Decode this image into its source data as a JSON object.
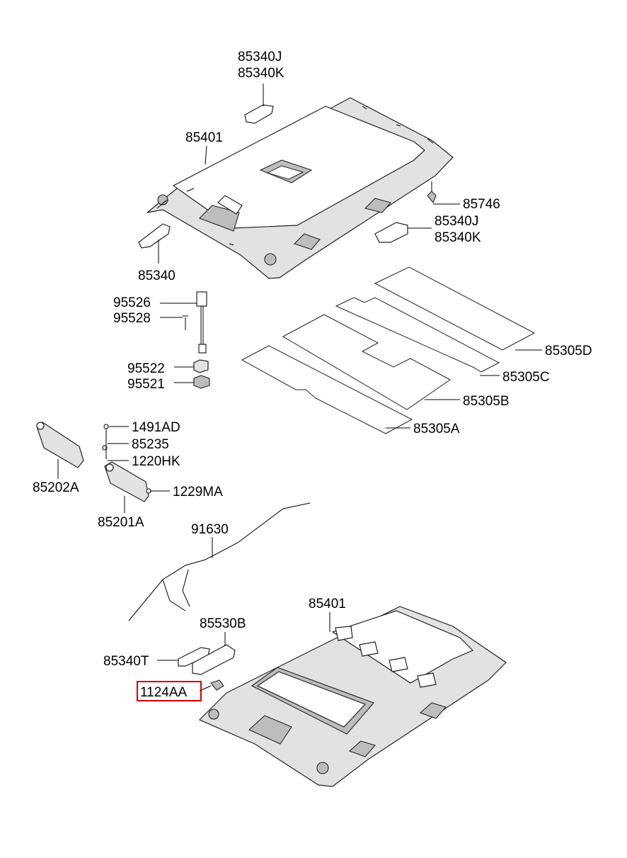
{
  "labels": {
    "l85340J_top": "85340J",
    "l85340K_top": "85340K",
    "l85401_top": "85401",
    "l85746": "85746",
    "l85340J_right": "85340J",
    "l85340K_right": "85340K",
    "l85340": "85340",
    "l95526": "95526",
    "l95528": "95528",
    "l95522": "95522",
    "l95521": "95521",
    "l85305D": "85305D",
    "l85305C": "85305C",
    "l85305B": "85305B",
    "l85305A": "85305A",
    "l1491AD": "1491AD",
    "l85235": "85235",
    "l1220HK": "1220HK",
    "l85202A": "85202A",
    "l1229MA": "1229MA",
    "l85201A": "85201A",
    "l91630": "91630",
    "l85401_bottom": "85401",
    "l85530B": "85530B",
    "l85340T": "85340T",
    "l1124AA": "1124AA"
  },
  "highlight": {
    "part": "1124AA",
    "color": "#d40000"
  }
}
